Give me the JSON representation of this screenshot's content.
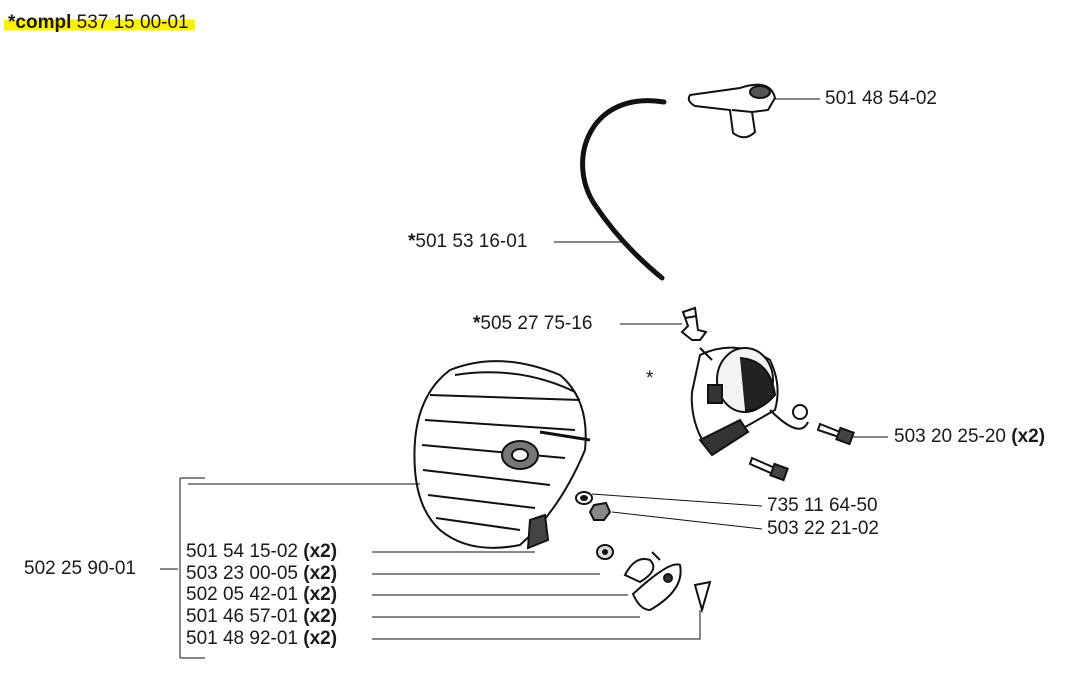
{
  "header": {
    "prefix": "*compl",
    "number": "537 15 00-01"
  },
  "parts": {
    "cap": {
      "number": "501 48 54-02"
    },
    "wire": {
      "star": "*",
      "number": "501 53 16-01"
    },
    "spring": {
      "star": "*",
      "number": "505 27 75-16"
    },
    "coil_star": "*",
    "screw": {
      "number": "503 20 25-20",
      "qty": "(x2)"
    },
    "washer": {
      "number": "735 11 64-50"
    },
    "nut": {
      "number": "503 22 21-02"
    },
    "flywheel": {
      "number": "502 25 90-01"
    },
    "kit": [
      {
        "number": "501 54 15-02",
        "qty": "(x2)"
      },
      {
        "number": "503 23 00-05",
        "qty": "(x2)"
      },
      {
        "number": "502 05 42-01",
        "qty": "(x2)"
      },
      {
        "number": "501 46 57-01",
        "qty": "(x2)"
      },
      {
        "number": "501 48 92-01",
        "qty": "(x2)"
      }
    ]
  }
}
